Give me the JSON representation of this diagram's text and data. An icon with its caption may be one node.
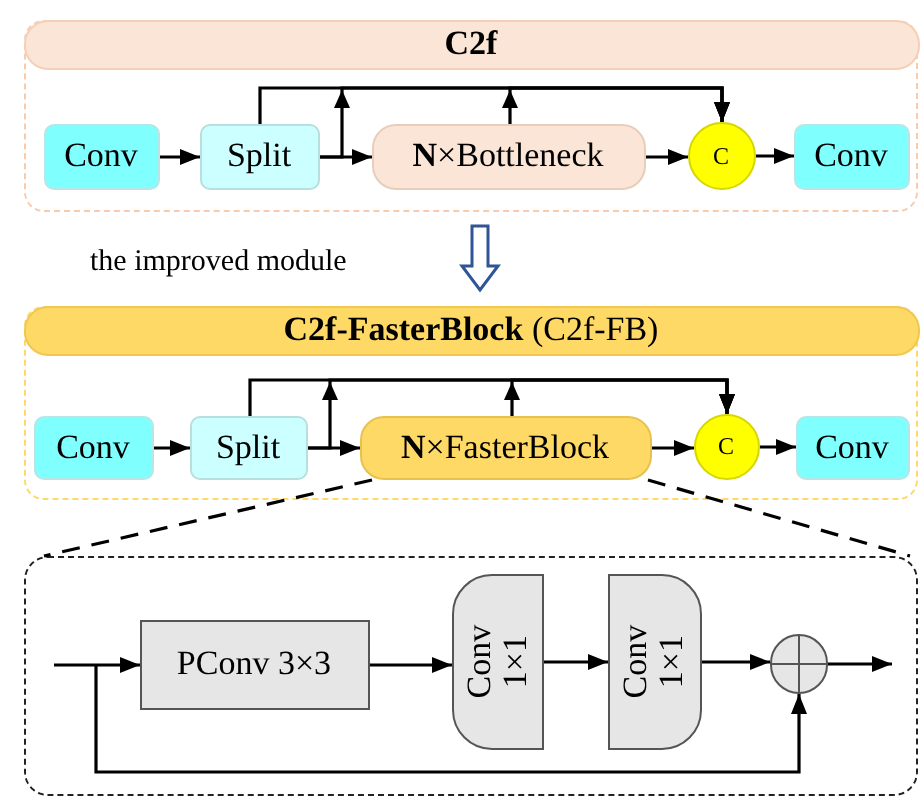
{
  "diagram": {
    "nodes": [
      {
        "text": [
          "C2f"
        ]
      },
      {
        "text": [
          "Conv"
        ],
        "in": 0
      },
      {
        "text": [
          "Split"
        ],
        "in": 0
      },
      {
        "text": [
          "**N**×Bottleneck"
        ],
        "in": 0
      },
      {
        "text": [
          "C"
        ],
        "in": 0
      },
      {
        "text": [
          "Conv"
        ],
        "in": 0
      },
      {
        "text": [
          "**C2f-FasterBlock** (C2f-FB)"
        ]
      },
      {
        "text": [
          "Conv"
        ],
        "in": 6
      },
      {
        "text": [
          "Split"
        ],
        "in": 6
      },
      {
        "text": [
          "**N**×FasterBlock"
        ],
        "in": 6
      },
      {
        "text": [
          "C"
        ],
        "in": 6
      },
      {
        "text": [
          "Conv"
        ],
        "in": 6
      },
      {
        "text": [],
        "shape": "box"
      },
      {
        "text": [
          "PConv 3×3"
        ],
        "in": 12
      },
      {
        "text": [
          "Conv 1×1"
        ],
        "in": 12
      },
      {
        "text": [
          "Conv 1×1"
        ],
        "in": 12
      },
      {
        "text": [],
        "shape": "circle",
        "in": 12
      }
    ],
    "edges": [
      {
        "from": 1,
        "to": 2,
        "arrow": "to"
      },
      {
        "from": 2,
        "to": 3,
        "arrow": "to"
      },
      {
        "from": 2,
        "to": 4,
        "arrow": "to"
      },
      {
        "from": 2,
        "to": 4,
        "arrow": "to"
      },
      {
        "from": 3,
        "to": 4,
        "arrow": "to"
      },
      {
        "from": 3,
        "to": 4,
        "arrow": "to"
      },
      {
        "from": 4,
        "to": 5,
        "arrow": "to"
      },
      {
        "from": 0,
        "to": 6,
        "arrow": "to",
        "label": "the improved module",
        "style": "thick",
        "color": "#2f5597"
      },
      {
        "from": 7,
        "to": 8,
        "arrow": "to"
      },
      {
        "from": 8,
        "to": 9,
        "arrow": "to"
      },
      {
        "from": 8,
        "to": 10,
        "arrow": "to"
      },
      {
        "from": 8,
        "to": 10,
        "arrow": "to"
      },
      {
        "from": 9,
        "to": 10,
        "arrow": "to"
      },
      {
        "from": 9,
        "to": 10,
        "arrow": "to"
      },
      {
        "from": 10,
        "to": 11,
        "arrow": "to"
      },
      {
        "from": 9,
        "to": 12,
        "arrow": "none",
        "style": "dashed"
      },
      {
        "from": 9,
        "to": 12,
        "arrow": "none",
        "style": "dashed"
      },
      {
        "from": null,
        "to": 13,
        "arrow": "to"
      },
      {
        "from": 13,
        "to": 14,
        "arrow": "to"
      },
      {
        "from": 14,
        "to": 15,
        "arrow": "to"
      },
      {
        "from": 15,
        "to": 16,
        "arrow": "to"
      },
      {
        "from": null,
        "to": 16,
        "arrow": "to"
      },
      {
        "from": 16,
        "to": null,
        "arrow": "to"
      }
    ]
  }
}
